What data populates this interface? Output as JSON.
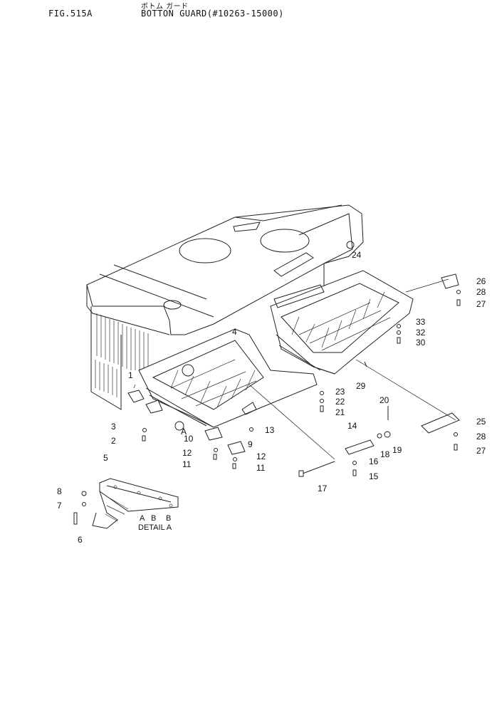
{
  "header": {
    "figure": "FIG.515A",
    "title_jp": "ボトム ガード",
    "title_en": "BOTTON GUARD(#10263-15000)"
  },
  "detail": {
    "caption": "DETAIL A",
    "marks": [
      "A",
      "B",
      "B"
    ]
  },
  "callouts": [
    {
      "id": "1",
      "text": "1"
    },
    {
      "id": "2",
      "text": "2"
    },
    {
      "id": "3",
      "text": "3"
    },
    {
      "id": "4",
      "text": "4"
    },
    {
      "id": "5",
      "text": "5"
    },
    {
      "id": "6",
      "text": "6"
    },
    {
      "id": "7",
      "text": "7"
    },
    {
      "id": "8",
      "text": "8"
    },
    {
      "id": "9",
      "text": "9"
    },
    {
      "id": "10",
      "text": "10"
    },
    {
      "id": "11a",
      "text": "11"
    },
    {
      "id": "11b",
      "text": "11"
    },
    {
      "id": "12a",
      "text": "12"
    },
    {
      "id": "12b",
      "text": "12"
    },
    {
      "id": "13",
      "text": "13"
    },
    {
      "id": "14",
      "text": "14"
    },
    {
      "id": "15",
      "text": "15"
    },
    {
      "id": "16",
      "text": "16"
    },
    {
      "id": "17",
      "text": "17"
    },
    {
      "id": "18",
      "text": "18"
    },
    {
      "id": "19",
      "text": "19"
    },
    {
      "id": "20",
      "text": "20"
    },
    {
      "id": "21",
      "text": "21"
    },
    {
      "id": "22",
      "text": "22"
    },
    {
      "id": "23",
      "text": "23"
    },
    {
      "id": "24",
      "text": "24"
    },
    {
      "id": "25",
      "text": "25"
    },
    {
      "id": "26",
      "text": "26"
    },
    {
      "id": "27a",
      "text": "27"
    },
    {
      "id": "27b",
      "text": "27"
    },
    {
      "id": "28a",
      "text": "28"
    },
    {
      "id": "28b",
      "text": "28"
    },
    {
      "id": "29",
      "text": "29"
    },
    {
      "id": "30",
      "text": "30"
    },
    {
      "id": "31",
      "text": "A"
    },
    {
      "id": "32",
      "text": "32"
    },
    {
      "id": "33",
      "text": "33"
    }
  ]
}
